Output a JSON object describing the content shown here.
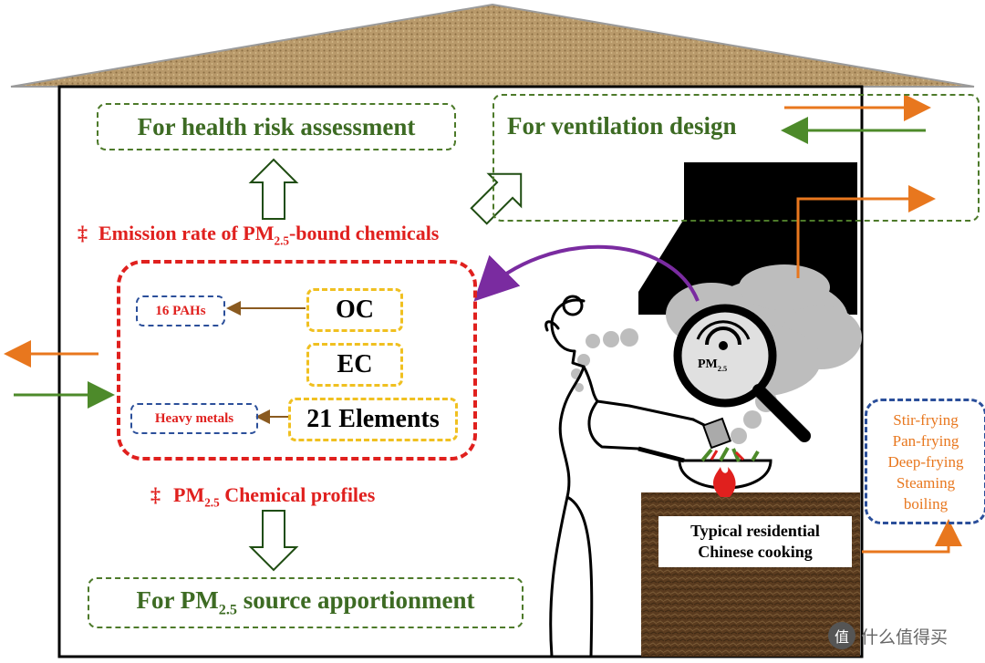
{
  "boxes": {
    "health": "For health risk assessment",
    "ventilation": "For ventilation design",
    "source_pre": "For PM",
    "source_sub": "2.5",
    "source_post": " source apportionment"
  },
  "emission": {
    "dagger": "‡",
    "pre": "Emission rate of PM",
    "sub": "2.5",
    "post": "-bound chemicals"
  },
  "profiles": {
    "dagger": "‡",
    "pre": "PM",
    "sub": "2.5",
    "post": " Chemical profiles"
  },
  "components": {
    "oc": "OC",
    "ec": "EC",
    "elements": "21 Elements",
    "pahs": "16 PAHs",
    "metals": "Heavy metals"
  },
  "magnifier": {
    "pre": "PM",
    "sub": "2.5"
  },
  "cooking_label": {
    "line1": "Typical residential",
    "line2": "Chinese cooking"
  },
  "methods": [
    "Stir-frying",
    "Pan-frying",
    "Deep-frying",
    "Steaming",
    "boiling"
  ],
  "watermark": {
    "icon_text": "值",
    "text": "什么值得买"
  },
  "colors": {
    "green": "#3d6b23",
    "red": "#e0201e",
    "blue": "#2b4f9a",
    "yellow": "#f0c020",
    "orange": "#e8771e",
    "purple": "#7a2ba0",
    "roof": "#b89a66",
    "soil": "#5a3a1e"
  }
}
